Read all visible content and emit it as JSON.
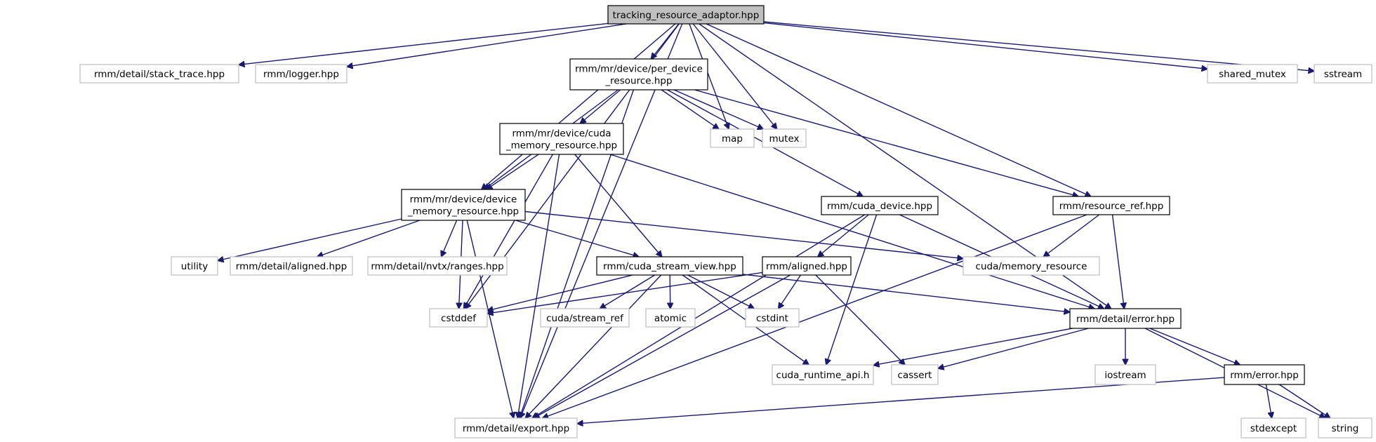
{
  "graph": {
    "root": "tracking_resource_adaptor.hpp",
    "colors": {
      "root_fill": "#bfbfbf",
      "documented_border": "#000000",
      "external_border": "#bfbfbf",
      "edge": "#191970"
    },
    "nodes": [
      {
        "id": "root",
        "lines": [
          "tracking_resource_adaptor.hpp"
        ],
        "kind": "root"
      },
      {
        "id": "stack_trace",
        "lines": [
          "rmm/detail/stack_trace.hpp"
        ],
        "kind": "external"
      },
      {
        "id": "logger",
        "lines": [
          "rmm/logger.hpp"
        ],
        "kind": "external"
      },
      {
        "id": "per_device",
        "lines": [
          "rmm/mr/device/per_device",
          "_resource.hpp"
        ],
        "kind": "documented"
      },
      {
        "id": "shared_mutex",
        "lines": [
          "shared_mutex"
        ],
        "kind": "external"
      },
      {
        "id": "sstream",
        "lines": [
          "sstream"
        ],
        "kind": "external"
      },
      {
        "id": "cuda_mr",
        "lines": [
          "rmm/mr/device/cuda",
          "_memory_resource.hpp"
        ],
        "kind": "documented"
      },
      {
        "id": "map",
        "lines": [
          "map"
        ],
        "kind": "external"
      },
      {
        "id": "mutex",
        "lines": [
          "mutex"
        ],
        "kind": "external"
      },
      {
        "id": "device_mr",
        "lines": [
          "rmm/mr/device/device",
          "_memory_resource.hpp"
        ],
        "kind": "documented"
      },
      {
        "id": "cuda_device",
        "lines": [
          "rmm/cuda_device.hpp"
        ],
        "kind": "documented"
      },
      {
        "id": "resource_ref",
        "lines": [
          "rmm/resource_ref.hpp"
        ],
        "kind": "documented"
      },
      {
        "id": "utility",
        "lines": [
          "utility"
        ],
        "kind": "external"
      },
      {
        "id": "detail_aligned",
        "lines": [
          "rmm/detail/aligned.hpp"
        ],
        "kind": "external"
      },
      {
        "id": "nvtx",
        "lines": [
          "rmm/detail/nvtx/ranges.hpp"
        ],
        "kind": "external"
      },
      {
        "id": "stream_view",
        "lines": [
          "rmm/cuda_stream_view.hpp"
        ],
        "kind": "documented"
      },
      {
        "id": "aligned",
        "lines": [
          "rmm/aligned.hpp"
        ],
        "kind": "documented"
      },
      {
        "id": "cuda_memres",
        "lines": [
          "cuda/memory_resource"
        ],
        "kind": "external"
      },
      {
        "id": "cstddef",
        "lines": [
          "cstddef"
        ],
        "kind": "external"
      },
      {
        "id": "stream_ref",
        "lines": [
          "cuda/stream_ref"
        ],
        "kind": "external"
      },
      {
        "id": "atomic",
        "lines": [
          "atomic"
        ],
        "kind": "external"
      },
      {
        "id": "cstdint",
        "lines": [
          "cstdint"
        ],
        "kind": "external"
      },
      {
        "id": "error_detail",
        "lines": [
          "rmm/detail/error.hpp"
        ],
        "kind": "documented"
      },
      {
        "id": "runtime_api",
        "lines": [
          "cuda_runtime_api.h"
        ],
        "kind": "external"
      },
      {
        "id": "cassert",
        "lines": [
          "cassert"
        ],
        "kind": "external"
      },
      {
        "id": "iostream",
        "lines": [
          "iostream"
        ],
        "kind": "external"
      },
      {
        "id": "rmm_error",
        "lines": [
          "rmm/error.hpp"
        ],
        "kind": "documented"
      },
      {
        "id": "export",
        "lines": [
          "rmm/detail/export.hpp"
        ],
        "kind": "external"
      },
      {
        "id": "stdexcept",
        "lines": [
          "stdexcept"
        ],
        "kind": "external"
      },
      {
        "id": "string",
        "lines": [
          "string"
        ],
        "kind": "external"
      }
    ],
    "edges": [
      [
        "root",
        "stack_trace"
      ],
      [
        "root",
        "logger"
      ],
      [
        "root",
        "per_device"
      ],
      [
        "root",
        "shared_mutex"
      ],
      [
        "root",
        "sstream"
      ],
      [
        "root",
        "map"
      ],
      [
        "root",
        "mutex"
      ],
      [
        "root",
        "device_mr"
      ],
      [
        "root",
        "resource_ref"
      ],
      [
        "root",
        "cstddef"
      ],
      [
        "root",
        "error_detail"
      ],
      [
        "root",
        "export"
      ],
      [
        "per_device",
        "cuda_mr"
      ],
      [
        "per_device",
        "map"
      ],
      [
        "per_device",
        "mutex"
      ],
      [
        "per_device",
        "device_mr"
      ],
      [
        "per_device",
        "cuda_device"
      ],
      [
        "per_device",
        "resource_ref"
      ],
      [
        "per_device",
        "export"
      ],
      [
        "cuda_mr",
        "device_mr"
      ],
      [
        "cuda_mr",
        "stream_view"
      ],
      [
        "cuda_mr",
        "cstddef"
      ],
      [
        "cuda_mr",
        "error_detail"
      ],
      [
        "cuda_mr",
        "export"
      ],
      [
        "device_mr",
        "utility"
      ],
      [
        "device_mr",
        "detail_aligned"
      ],
      [
        "device_mr",
        "nvtx"
      ],
      [
        "device_mr",
        "stream_view"
      ],
      [
        "device_mr",
        "cuda_memres"
      ],
      [
        "device_mr",
        "cstddef"
      ],
      [
        "device_mr",
        "export"
      ],
      [
        "cuda_device",
        "aligned"
      ],
      [
        "cuda_device",
        "runtime_api"
      ],
      [
        "cuda_device",
        "error_detail"
      ],
      [
        "cuda_device",
        "export"
      ],
      [
        "resource_ref",
        "cuda_memres"
      ],
      [
        "resource_ref",
        "error_detail"
      ],
      [
        "resource_ref",
        "export"
      ],
      [
        "stream_view",
        "cstddef"
      ],
      [
        "stream_view",
        "stream_ref"
      ],
      [
        "stream_view",
        "atomic"
      ],
      [
        "stream_view",
        "cstdint"
      ],
      [
        "stream_view",
        "error_detail"
      ],
      [
        "stream_view",
        "runtime_api"
      ],
      [
        "stream_view",
        "export"
      ],
      [
        "aligned",
        "cstddef"
      ],
      [
        "aligned",
        "cstdint"
      ],
      [
        "aligned",
        "cassert"
      ],
      [
        "aligned",
        "export"
      ],
      [
        "error_detail",
        "runtime_api"
      ],
      [
        "error_detail",
        "cassert"
      ],
      [
        "error_detail",
        "iostream"
      ],
      [
        "error_detail",
        "rmm_error"
      ],
      [
        "error_detail",
        "string"
      ],
      [
        "rmm_error",
        "stdexcept"
      ],
      [
        "rmm_error",
        "string"
      ],
      [
        "rmm_error",
        "export"
      ]
    ]
  }
}
